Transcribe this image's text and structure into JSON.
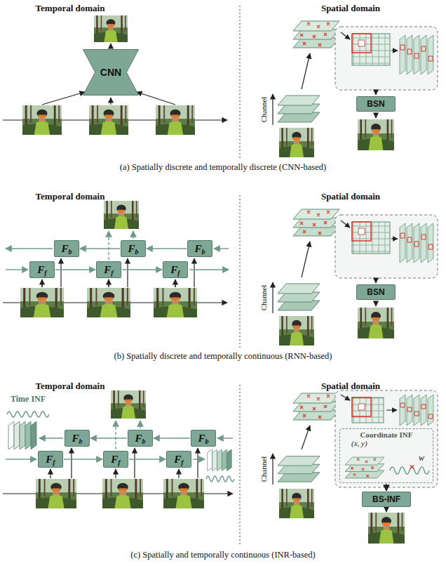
{
  "diagram": {
    "nodes": [
      {
        "text": [
          "CNN"
        ]
      },
      {
        "text": [
          "BSN"
        ]
      },
      {
        "text": [
          "F",
          "b"
        ]
      },
      {
        "text": [
          "F",
          "b"
        ]
      },
      {
        "text": [
          "F",
          "b"
        ]
      },
      {
        "text": [
          "F",
          "f"
        ]
      },
      {
        "text": [
          "F",
          "f"
        ]
      },
      {
        "text": [
          "F",
          "f"
        ]
      },
      {
        "text": [
          "BSN"
        ]
      },
      {
        "text": [
          "F",
          "b"
        ]
      },
      {
        "text": [
          "F",
          "b"
        ]
      },
      {
        "text": [
          "F",
          "b"
        ]
      },
      {
        "text": [
          "F",
          "f"
        ]
      },
      {
        "text": [
          "F",
          "f"
        ]
      },
      {
        "text": [
          "F",
          "f"
        ]
      },
      {
        "text": [
          "Coordinate INF",
          "(x, y)"
        ]
      },
      {
        "text": [
          "BS-INF"
        ]
      }
    ],
    "edges": [
      {
        "from": 3,
        "to": 2,
        "arrow": "to"
      },
      {
        "from": 4,
        "to": 3,
        "arrow": "to"
      },
      {
        "from": 5,
        "to": 6,
        "arrow": "to"
      },
      {
        "from": 6,
        "to": 7,
        "arrow": "to"
      },
      {
        "from": 10,
        "to": 9,
        "arrow": "to"
      },
      {
        "from": 11,
        "to": 10,
        "arrow": "to"
      },
      {
        "from": 12,
        "to": 13,
        "arrow": "to"
      },
      {
        "from": 13,
        "to": 14,
        "arrow": "to"
      },
      {
        "from": 15,
        "to": 16,
        "arrow": "to"
      }
    ],
    "labels": [
      "Temporal domain",
      "Spatial domain",
      "Channel",
      "(a) Spatially discrete and temporally discrete (CNN-based)",
      "Temporal domain",
      "Spatial domain",
      "Channel",
      "(b) Spatially discrete and temporally continuous (RNN-based)",
      "Temporal domain",
      "Spatial domain",
      "Time INF",
      "Channel",
      "w",
      "(c) Spatially and temporally continuous (INR-based)"
    ]
  }
}
